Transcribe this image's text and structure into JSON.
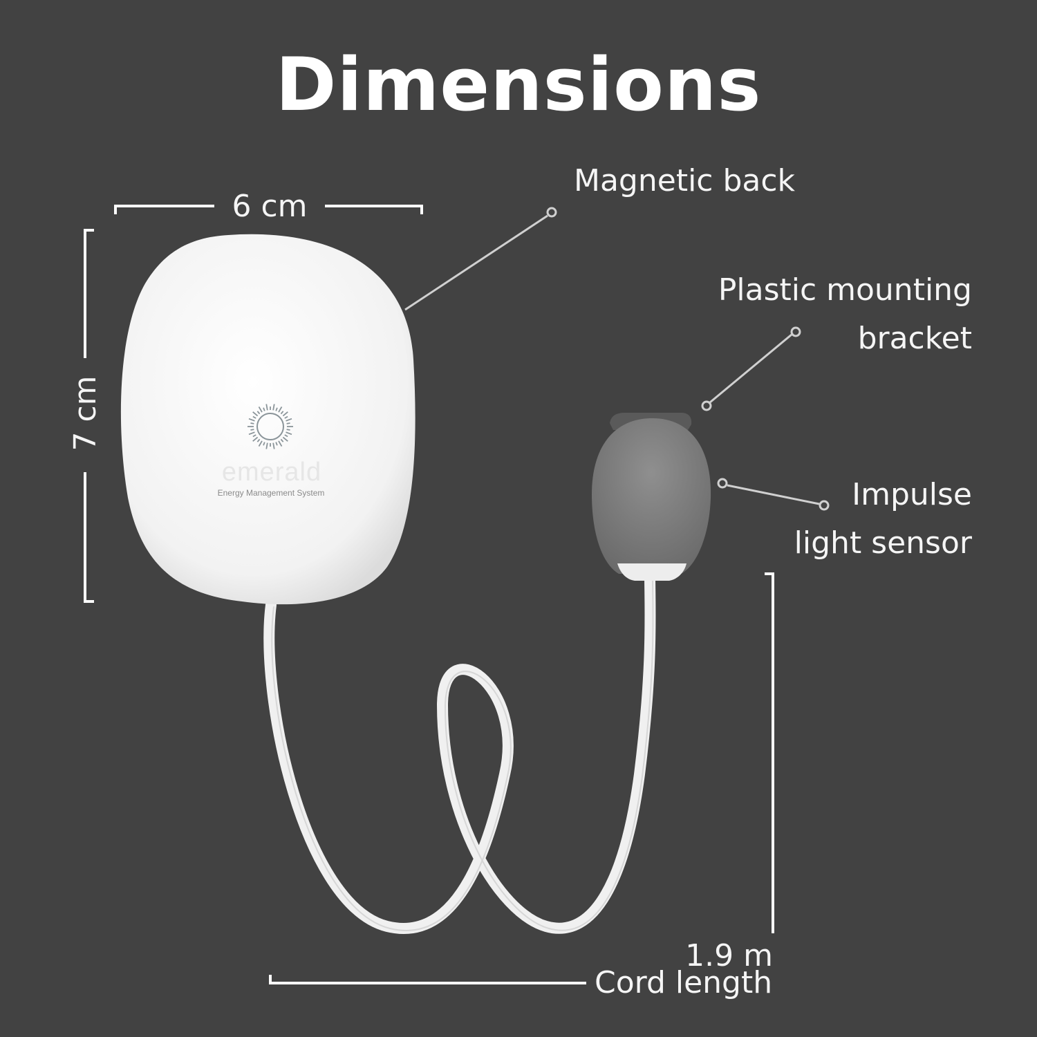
{
  "title": "Dimensions",
  "dimensions": {
    "width": "6 cm",
    "height": "7 cm",
    "cord_value": "1.9 m",
    "cord_label": "Cord length"
  },
  "callouts": {
    "magnetic_back": "Magnetic back",
    "bracket_line1": "Plastic mounting",
    "bracket_line2": "bracket",
    "sensor_line1": "Impulse",
    "sensor_line2": "light sensor"
  },
  "device": {
    "brand": "emerald",
    "subtitle": "Energy Management System"
  },
  "colors": {
    "background": "#424242",
    "text": "#ffffff",
    "device_body": "#fafafa",
    "sensor_body": "#7a7a7a",
    "cord": "#e8e8e8"
  }
}
